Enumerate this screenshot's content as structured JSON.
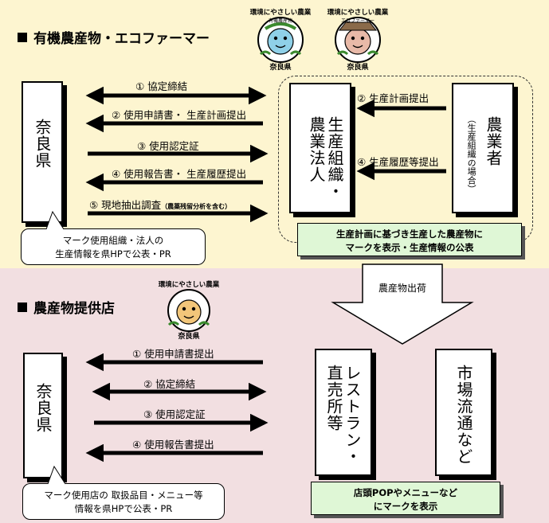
{
  "section1": {
    "title": "有機農産物・エコファーマー"
  },
  "section2": {
    "title": "農産物提供店"
  },
  "logos": {
    "slogan": "環境にやさしい農業",
    "organic_sub": "有機農産物",
    "eco_sub": "エコファーマー",
    "pref": "奈良県"
  },
  "top": {
    "nara": "奈良県",
    "org": "生産組織・農業法人",
    "farmer": "農業者",
    "farmer_sub": "（生産組織の場合）",
    "arrows": [
      {
        "label": "① 協定締結"
      },
      {
        "label": "② 使用申請書・ 生産計画提出"
      },
      {
        "label": "③ 使用認定証"
      },
      {
        "label": "④ 使用報告書・ 生産履歴提出"
      },
      {
        "label": "⑤ 現地抽出調査",
        "note": "（農薬残留分析を含む）"
      }
    ],
    "inner_arrows": [
      {
        "label": "② 生産計画提出"
      },
      {
        "label": "④ 生産履歴等提出"
      }
    ],
    "callout_line1": "マーク使用組織・法人の",
    "callout_line2": "生産情報を県HPで公表・PR",
    "note_line1": "生産計画に基づき生産した農産物に",
    "note_line2": "マークを表示・生産情報の公表",
    "shipment": "農産物出荷"
  },
  "bottom": {
    "nara": "奈良県",
    "restaurant": "レストラン・直売所等",
    "market": "市場流通など",
    "arrows": [
      {
        "label": "① 使用申請書提出"
      },
      {
        "label": "② 協定締結"
      },
      {
        "label": "③ 使用認定証"
      },
      {
        "label": "④ 使用報告書提出"
      }
    ],
    "callout_line1": "マーク使用店の 取扱品目・メニュー等",
    "callout_line2": "情報を県HPで公表・PR",
    "note_line1": "店頭POPやメニューなど",
    "note_line2": "にマークを表示"
  }
}
